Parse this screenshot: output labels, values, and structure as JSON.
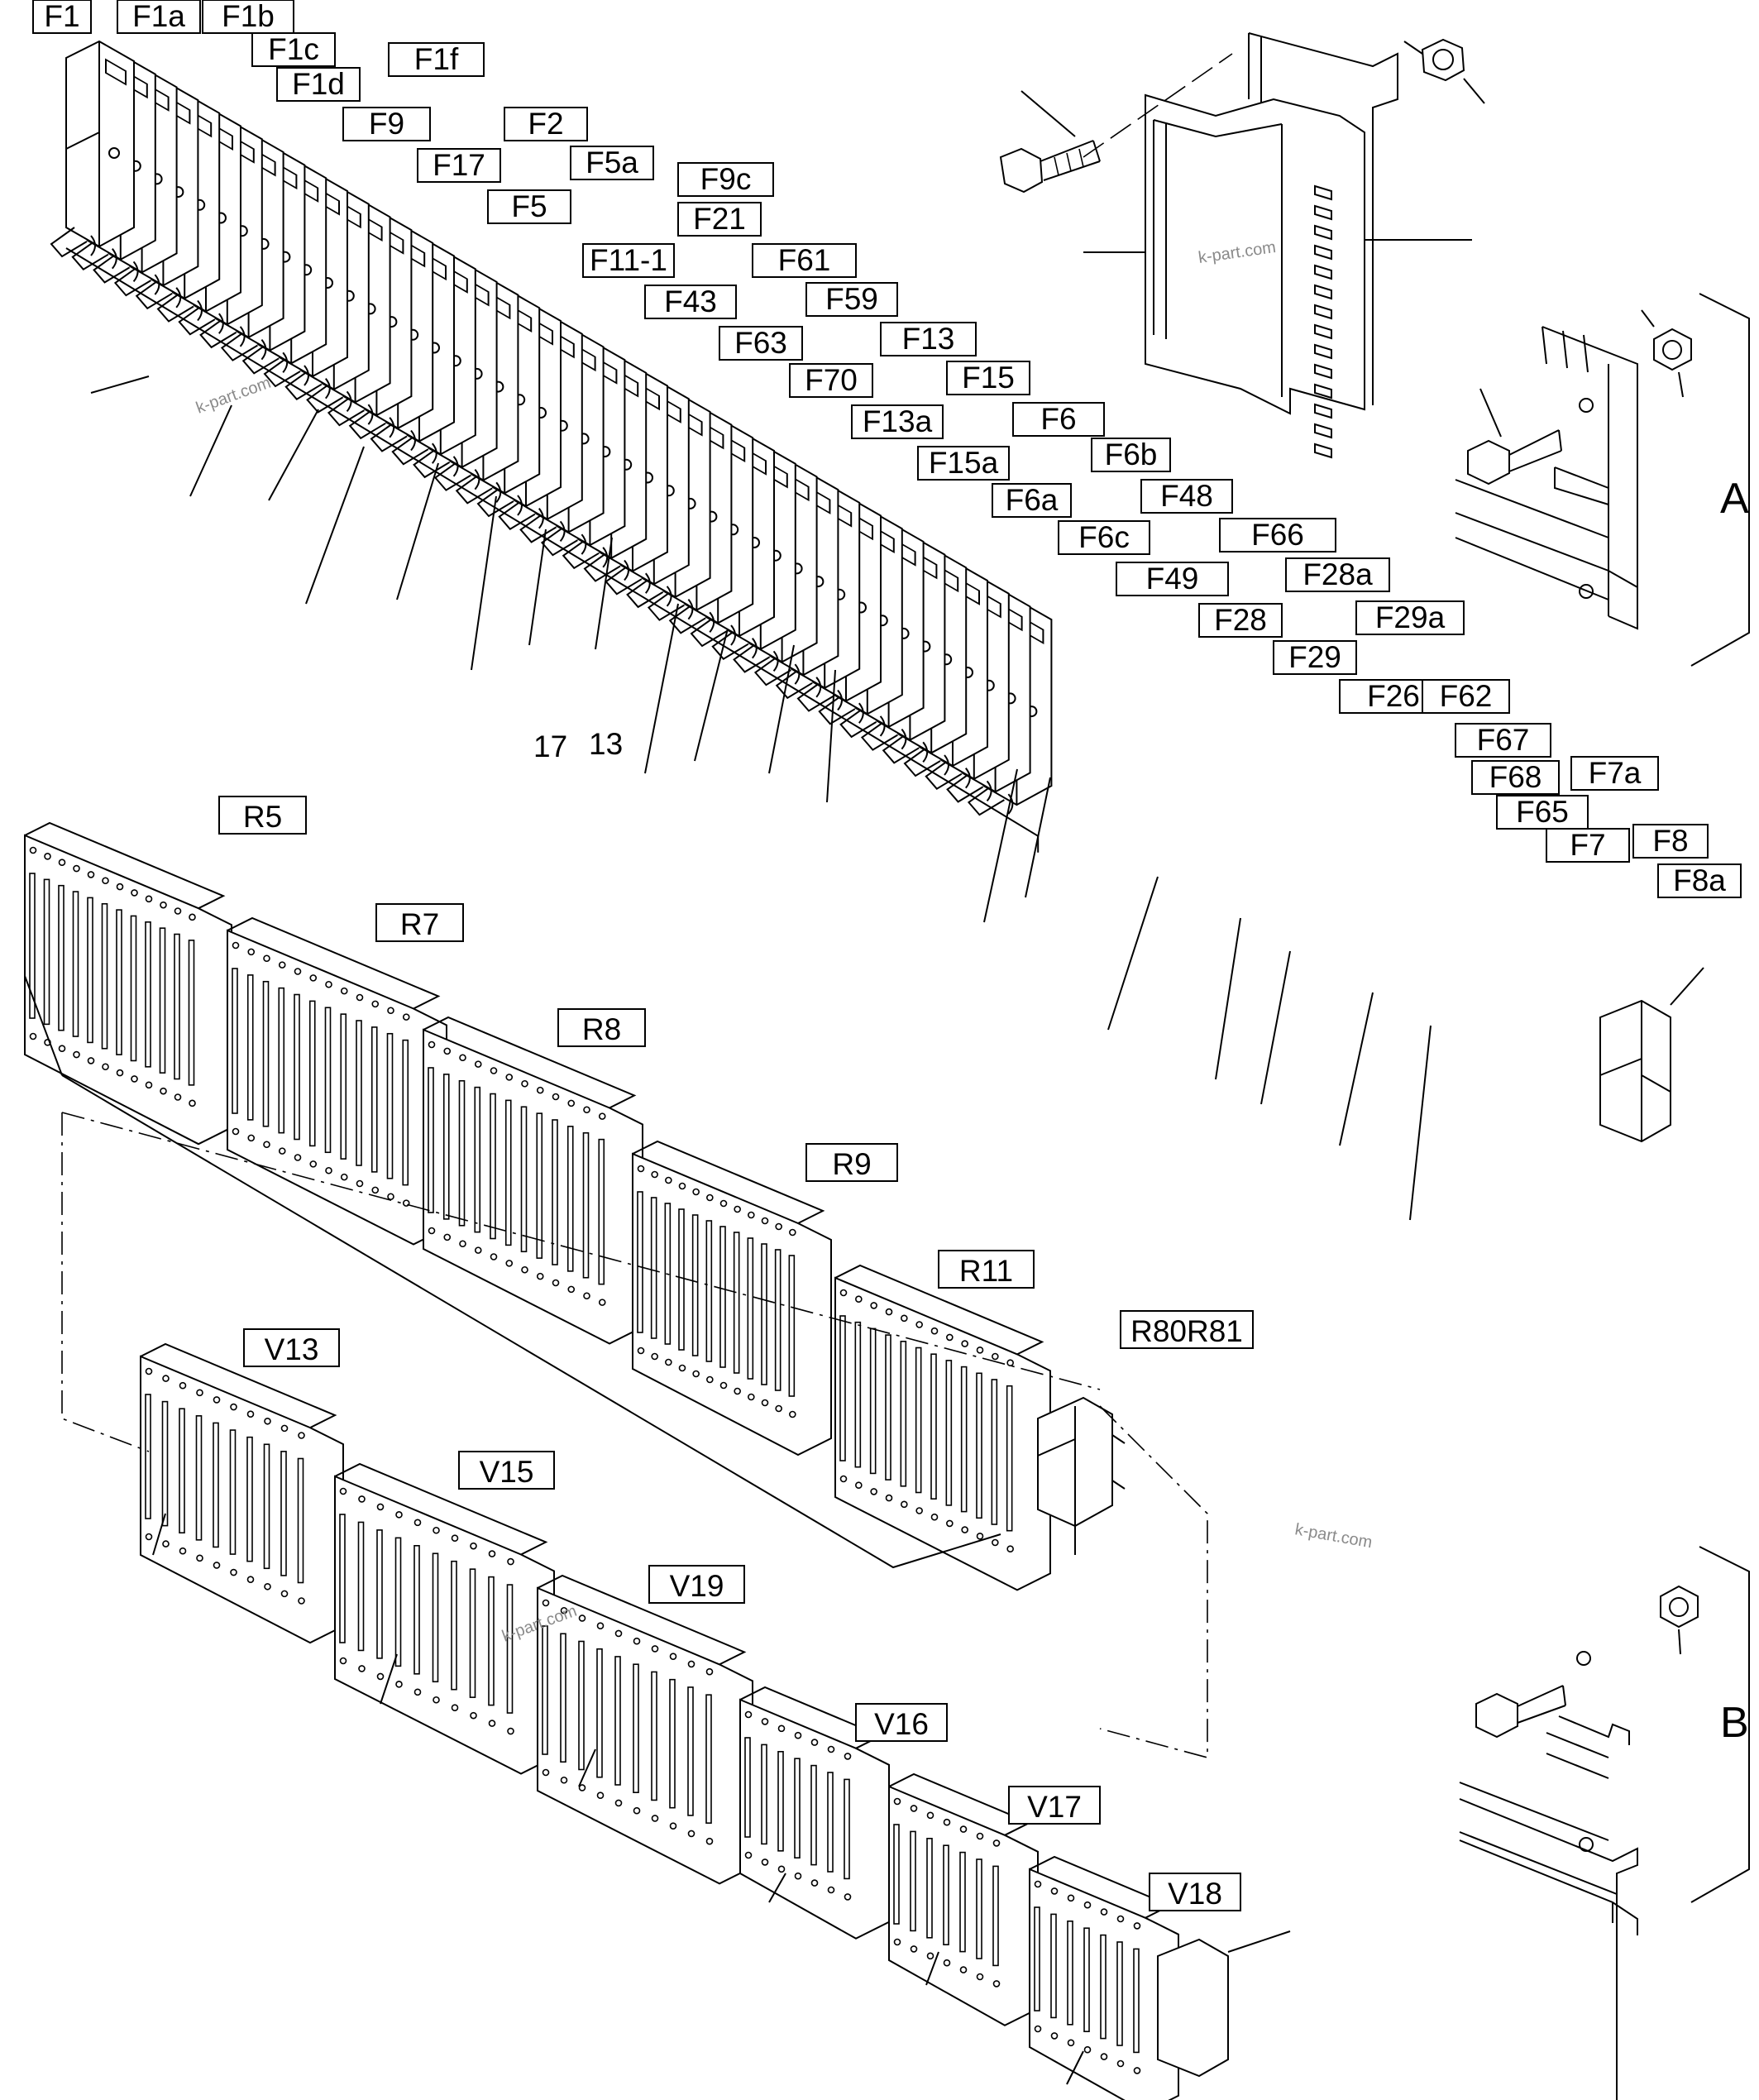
{
  "fuse_labels": [
    {
      "id": "F1"
    },
    {
      "id": "F1a"
    },
    {
      "id": "F1b"
    },
    {
      "id": "F1c"
    },
    {
      "id": "F1d"
    },
    {
      "id": "F1f"
    },
    {
      "id": "F9"
    },
    {
      "id": "F2"
    },
    {
      "id": "F17"
    },
    {
      "id": "F5a"
    },
    {
      "id": "F5"
    },
    {
      "id": "F9c"
    },
    {
      "id": "F21"
    },
    {
      "id": "F11-1"
    },
    {
      "id": "F61"
    },
    {
      "id": "F43"
    },
    {
      "id": "F59"
    },
    {
      "id": "F63"
    },
    {
      "id": "F13"
    },
    {
      "id": "F70"
    },
    {
      "id": "F15"
    },
    {
      "id": "F13a"
    },
    {
      "id": "F6"
    },
    {
      "id": "F15a"
    },
    {
      "id": "F6b"
    },
    {
      "id": "F6a"
    },
    {
      "id": "F48"
    },
    {
      "id": "F6c"
    },
    {
      "id": "F66"
    },
    {
      "id": "F49"
    },
    {
      "id": "F28a"
    },
    {
      "id": "F28"
    },
    {
      "id": "F29a"
    },
    {
      "id": "F29"
    },
    {
      "id": "F26"
    },
    {
      "id": "F62"
    },
    {
      "id": "F67"
    },
    {
      "id": "F68"
    },
    {
      "id": "F7a"
    },
    {
      "id": "F65"
    },
    {
      "id": "F7"
    },
    {
      "id": "F8"
    },
    {
      "id": "F8a"
    }
  ],
  "relay_labels": [
    {
      "id": "R5"
    },
    {
      "id": "R7"
    },
    {
      "id": "R8"
    },
    {
      "id": "R9"
    },
    {
      "id": "R11"
    },
    {
      "id": "R80R81"
    }
  ],
  "diode_labels": [
    {
      "id": "V13"
    },
    {
      "id": "V15"
    },
    {
      "id": "V19"
    },
    {
      "id": "V16"
    },
    {
      "id": "V17"
    },
    {
      "id": "V18"
    }
  ],
  "item_numbers": {
    "n17": "17",
    "n13": "13"
  },
  "detail_labels": {
    "a": "A",
    "b": "B"
  },
  "watermarks": [
    "k-part.com",
    "k-part.com",
    "k-part.com",
    "k-part.com"
  ]
}
